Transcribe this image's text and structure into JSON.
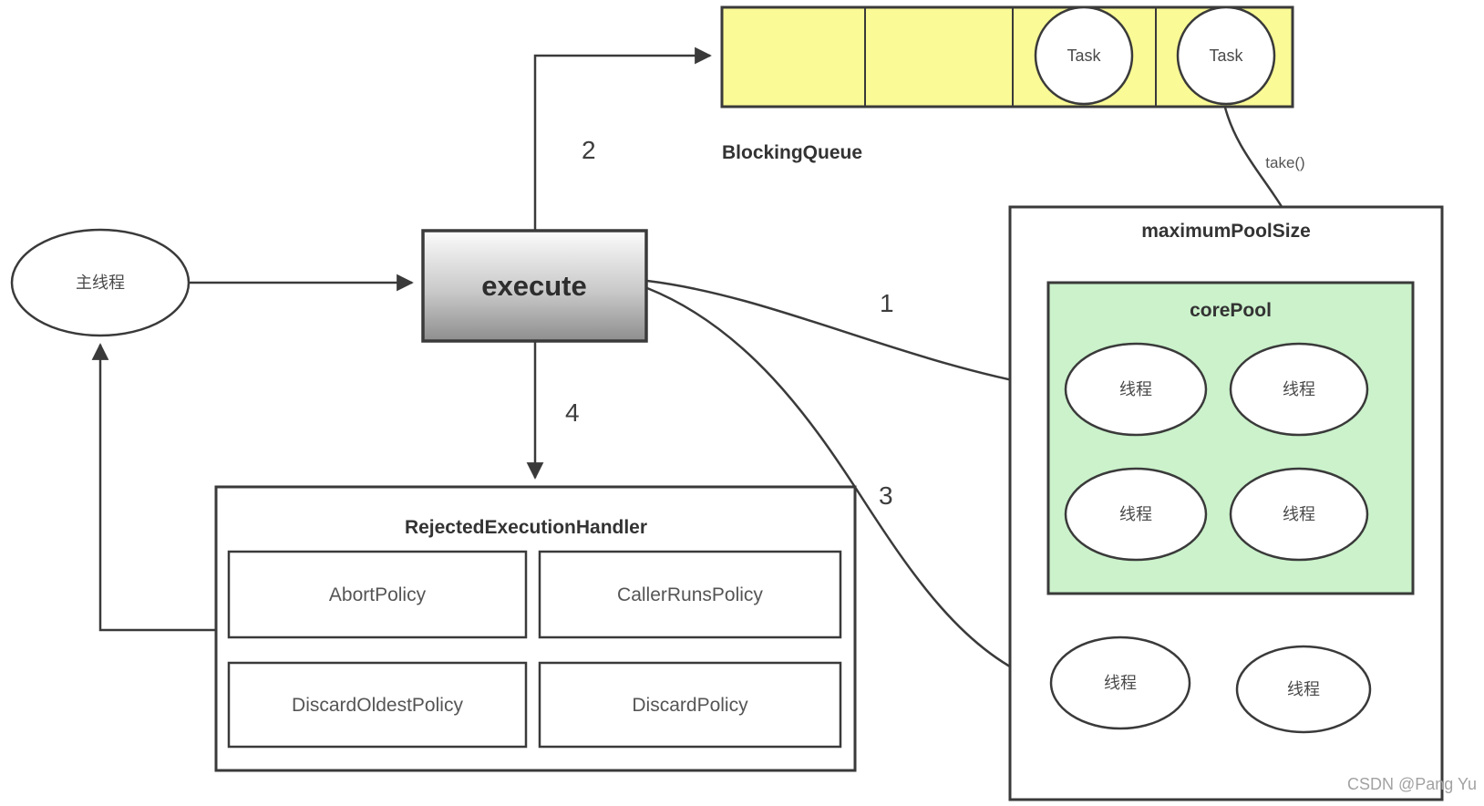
{
  "diagram": {
    "main_thread": {
      "label": "主线程"
    },
    "execute": {
      "label": "execute"
    },
    "blocking_queue": {
      "label": "BlockingQueue",
      "tasks": [
        "Task",
        "Task"
      ]
    },
    "take_label": "take()",
    "max_pool": {
      "label": "maximumPoolSize"
    },
    "core_pool": {
      "label": "corePool",
      "threads": [
        "线程",
        "线程",
        "线程",
        "线程"
      ]
    },
    "extra_threads": [
      "线程",
      "线程"
    ],
    "rejected_handler": {
      "label": "RejectedExecutionHandler",
      "policies": [
        "AbortPolicy",
        "CallerRunsPolicy",
        "DiscardOldestPolicy",
        "DiscardPolicy"
      ]
    },
    "steps": {
      "s1": "1",
      "s2": "2",
      "s3": "3",
      "s4": "4"
    },
    "watermark": "CSDN @Pang Yu",
    "colors": {
      "queue_fill": "#FAFA96",
      "core_pool_fill": "#CBF2CB",
      "stroke": "#3A3A3A"
    }
  }
}
